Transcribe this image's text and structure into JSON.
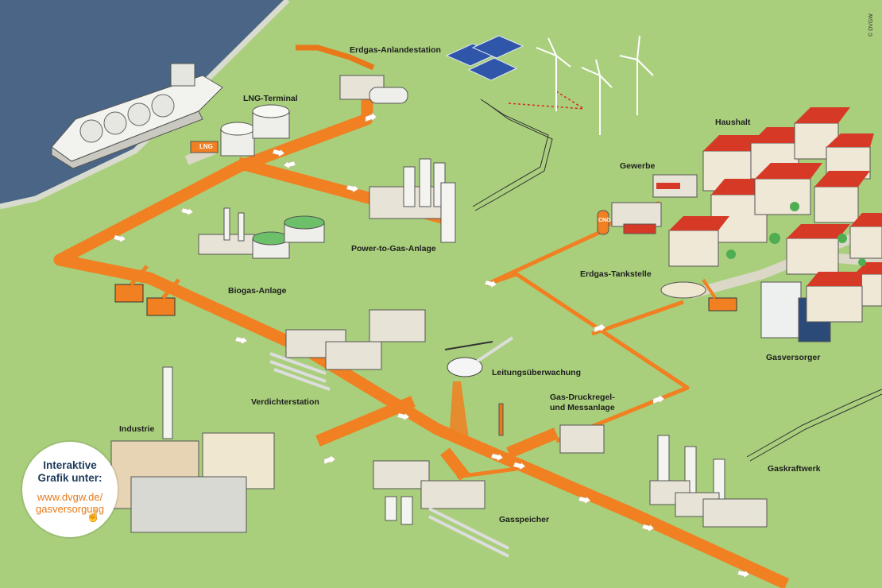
{
  "labels": {
    "erdgas_anlandestation": "Erdgas-Anlandestation",
    "lng_terminal": "LNG-Terminal",
    "power_to_gas": "Power-to-Gas-Anlage",
    "biogas": "Biogas-Anlage",
    "haushalt": "Haushalt",
    "gewerbe": "Gewerbe",
    "erdgas_tankstelle": "Erdgas-Tankstelle",
    "gasversorger": "Gasversorger",
    "leitungsueberwachung": "Leitungsüberwachung",
    "verdichterstation": "Verdichterstation",
    "industrie": "Industrie",
    "druckregel": "Gas-Druckregel- und Messanlage",
    "gasspeicher": "Gasspeicher",
    "gaskraftwerk": "Gaskraftwerk"
  },
  "copyright": "© DVGW",
  "badge": {
    "line1": "Interaktive",
    "line2": "Grafik unter:",
    "url1": "www.dvgw.de/",
    "url2": "gasversorgung",
    "pointer_icon": "hand-pointer-icon"
  },
  "tags": {
    "lng_truck": "LNG",
    "cng_station": "CNG"
  },
  "colors": {
    "pipeline": "#f08022",
    "sea": "#4a6585",
    "land": "#a9cf7c",
    "roof": "#d63a26",
    "building": "#e8e3d7"
  }
}
